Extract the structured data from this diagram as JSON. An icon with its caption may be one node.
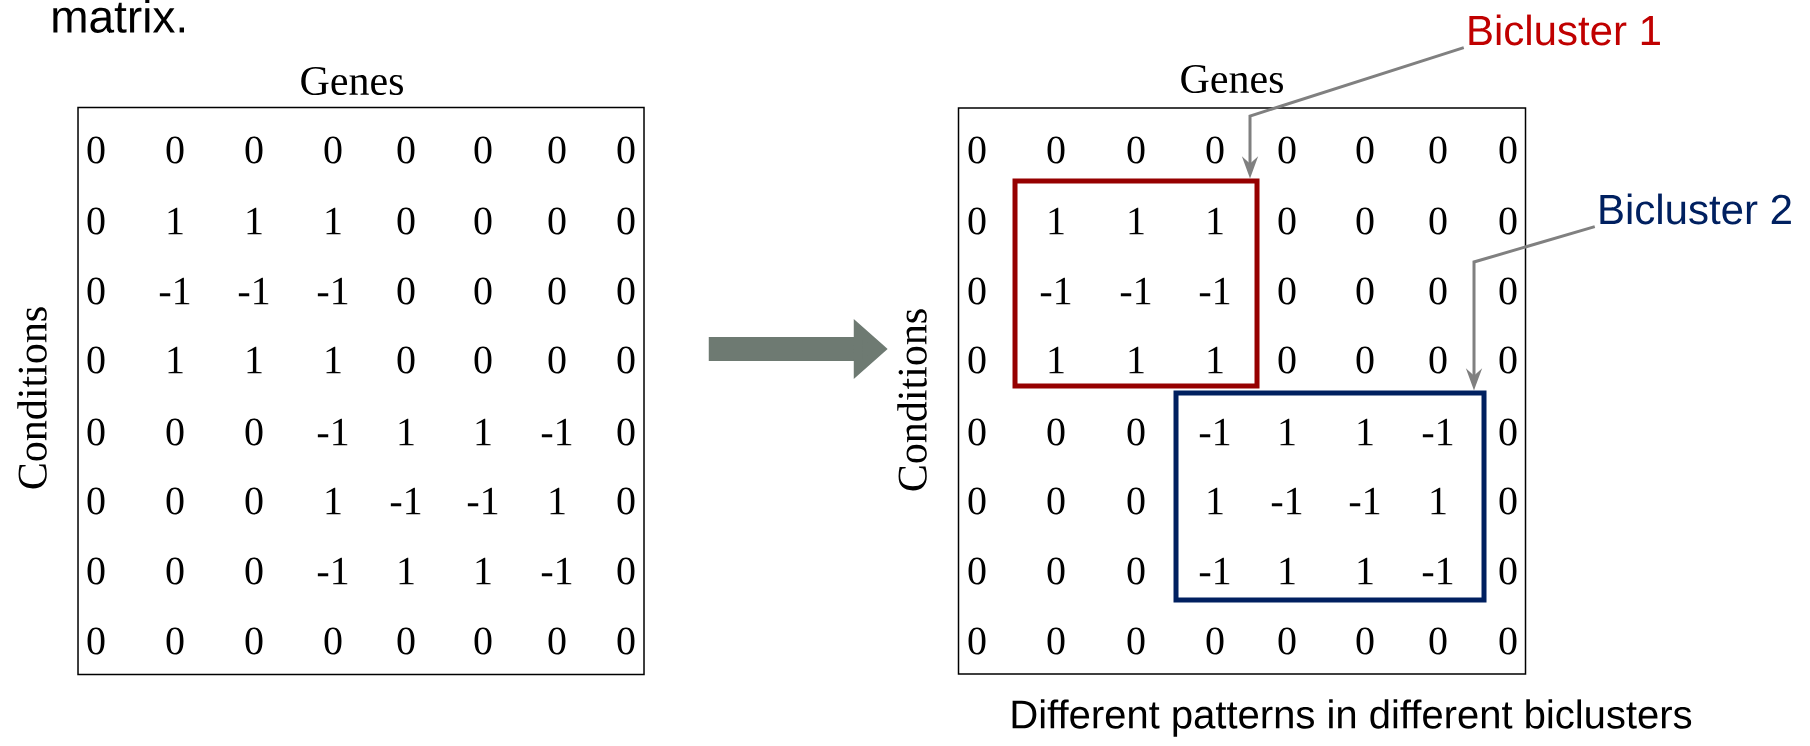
{
  "diagram": {
    "caption": "Different patterns in different biclusters",
    "nodes": [
      {
        "text": [
          "Genes",
          "Conditions"
        ]
      },
      {
        "text": [
          "Genes",
          "Conditions"
        ]
      },
      {
        "text": [],
        "shape": "box",
        "in": 1
      },
      {
        "text": [],
        "shape": "box",
        "in": 1
      },
      {
        "text": [
          "Bicluster 1"
        ]
      },
      {
        "text": [
          "Bicluster 2"
        ]
      }
    ],
    "edges": [
      {
        "from": 0,
        "to": 1,
        "arrow": "to",
        "style": "thick",
        "color": "#6e7a72"
      },
      {
        "from": 4,
        "to": 2,
        "arrow": "to",
        "color": "#808080"
      },
      {
        "from": 5,
        "to": 3,
        "arrow": "to",
        "color": "#808080"
      }
    ],
    "labels": [
      "matrix.",
      "0",
      "0",
      "0",
      "0",
      "0",
      "0",
      "0",
      "0",
      "0",
      "1",
      "1",
      "1",
      "0",
      "0",
      "0",
      "0",
      "0",
      "-1",
      "-1",
      "-1",
      "0",
      "0",
      "0",
      "0",
      "0",
      "1",
      "1",
      "1",
      "0",
      "0",
      "0",
      "0",
      "0",
      "0",
      "0",
      "-1",
      "1",
      "1",
      "-1",
      "0",
      "0",
      "0",
      "0",
      "1",
      "-1",
      "-1",
      "1",
      "0",
      "0",
      "0",
      "0",
      "-1",
      "1",
      "1",
      "-1",
      "0",
      "0",
      "0",
      "0",
      "0",
      "0",
      "0",
      "0",
      "0",
      "0",
      "0",
      "0",
      "0",
      "0",
      "0",
      "0",
      "0",
      "0",
      "1",
      "1",
      "1",
      "0",
      "0",
      "0",
      "0",
      "0",
      "-1",
      "-1",
      "-1",
      "0",
      "0",
      "0",
      "0",
      "0",
      "1",
      "1",
      "1",
      "0",
      "0",
      "0",
      "0",
      "0",
      "0",
      "0",
      "-1",
      "1",
      "1",
      "-1",
      "0",
      "0",
      "0",
      "0",
      "1",
      "-1",
      "-1",
      "1",
      "0",
      "0",
      "0",
      "0",
      "-1",
      "1",
      "1",
      "-1",
      "0",
      "0",
      "0",
      "0",
      "0",
      "0",
      "0",
      "0",
      "0"
    ]
  }
}
